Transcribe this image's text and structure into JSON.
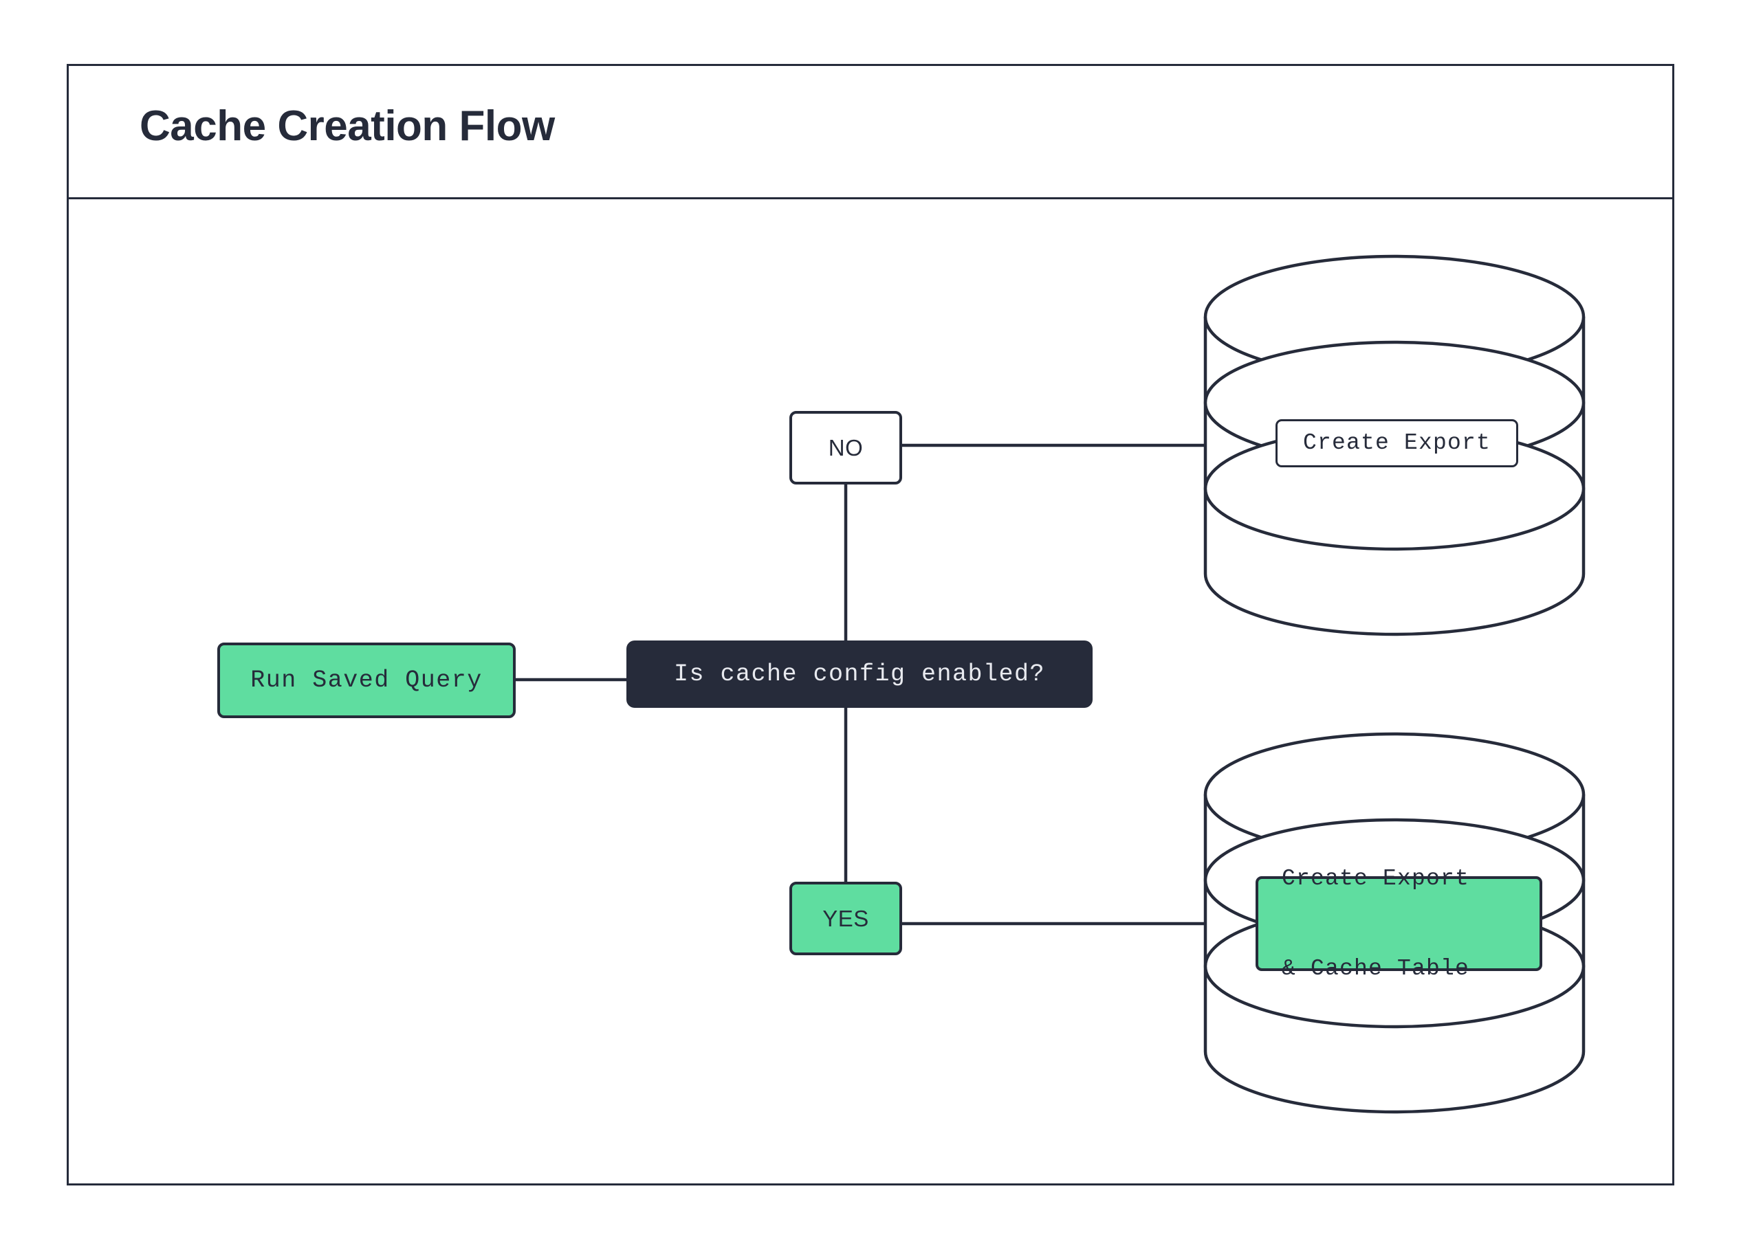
{
  "frame": {
    "title": "Cache Creation Flow"
  },
  "colors": {
    "stroke": "#262b3a",
    "green": "#5fdda0",
    "dark_fill": "#262b3a",
    "dark_text": "#e8eaef",
    "white": "#ffffff",
    "page_background": "#ffffff"
  },
  "diagram": {
    "type": "flowchart",
    "nodes": [
      {
        "id": "run-saved-query",
        "label": "Run Saved Query",
        "shape": "rounded-rect",
        "style": "green"
      },
      {
        "id": "decision",
        "label": "Is cache config enabled?",
        "shape": "rounded-rect",
        "style": "dark"
      },
      {
        "id": "branch-no",
        "label": "NO",
        "shape": "rounded-rect",
        "style": "white"
      },
      {
        "id": "branch-yes",
        "label": "YES",
        "shape": "rounded-rect",
        "style": "green"
      },
      {
        "id": "database-top",
        "label": "Create Export",
        "shape": "cylinder",
        "style": "white"
      },
      {
        "id": "database-bottom",
        "label_line1": "Create Export",
        "label_line2": "& Cache Table",
        "shape": "cylinder",
        "style": "green"
      }
    ],
    "edges": [
      {
        "from": "run-saved-query",
        "to": "decision",
        "label": ""
      },
      {
        "from": "decision",
        "to": "branch-no",
        "label": ""
      },
      {
        "from": "decision",
        "to": "branch-yes",
        "label": ""
      },
      {
        "from": "branch-no",
        "to": "database-top",
        "label": ""
      },
      {
        "from": "branch-yes",
        "to": "database-bottom",
        "label": ""
      }
    ]
  }
}
